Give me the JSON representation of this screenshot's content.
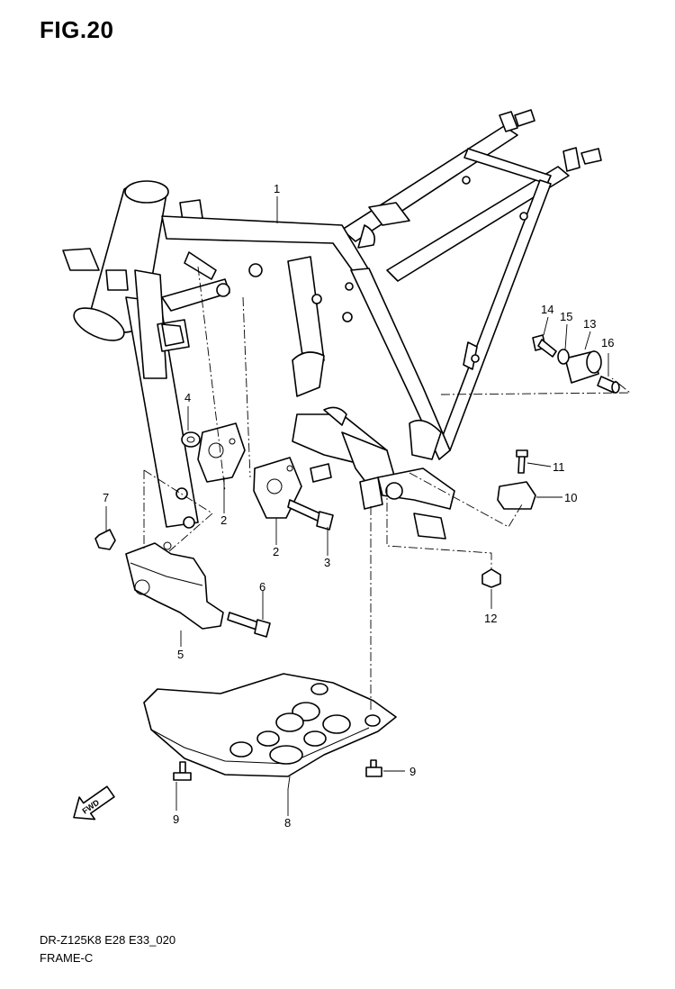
{
  "figure": {
    "title": "FIG.20"
  },
  "callouts": {
    "c1": "1",
    "c2a": "2",
    "c2b": "2",
    "c3": "3",
    "c4": "4",
    "c5": "5",
    "c6": "6",
    "c7": "7",
    "c8": "8",
    "c9a": "9",
    "c9b": "9",
    "c10": "10",
    "c11": "11",
    "c12": "12",
    "c13": "13",
    "c14": "14",
    "c15": "15",
    "c16": "16"
  },
  "arrow": {
    "label": "FWD"
  },
  "footer": {
    "code": "DR-Z125K8 E28 E33_020",
    "name": "FRAME-C"
  }
}
